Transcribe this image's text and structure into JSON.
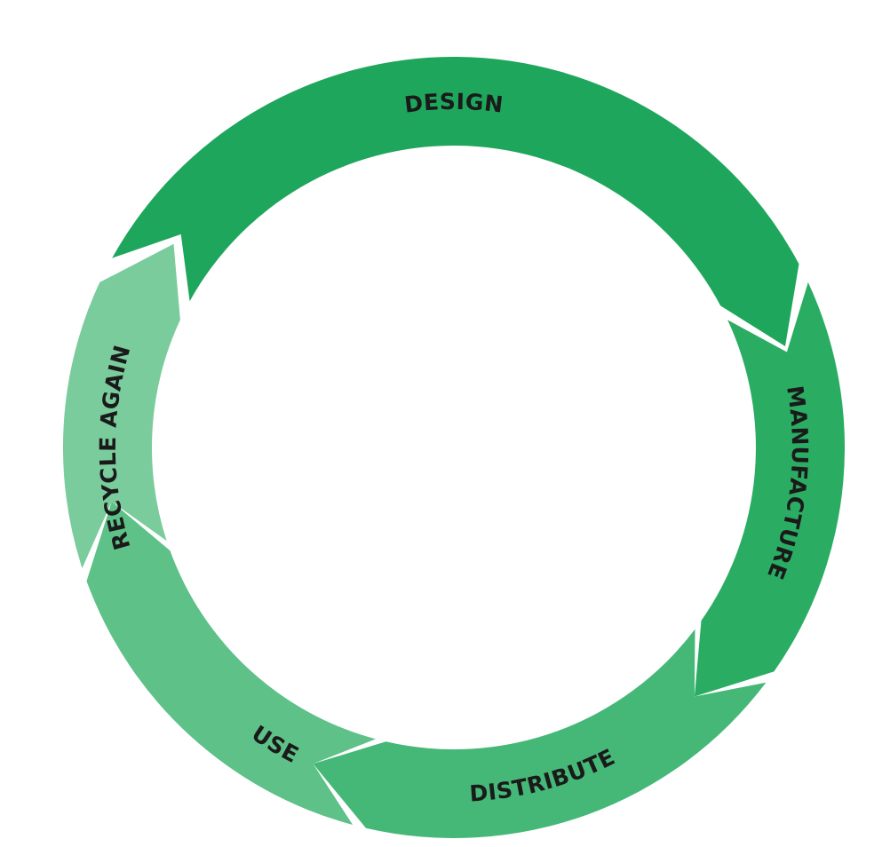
{
  "diagram": {
    "segments": [
      {
        "id": "design",
        "label": "DESIGN",
        "color": "#1ea65c"
      },
      {
        "id": "manufacture",
        "label": "MANUFACTURE",
        "color": "#2aad63"
      },
      {
        "id": "distribute",
        "label": "DISTRIBUTE",
        "color": "#45b877"
      },
      {
        "id": "use",
        "label": "USE",
        "color": "#5ec188"
      },
      {
        "id": "recycle-again",
        "label": "RECYCLE AGAIN",
        "color": "#7acc9c"
      }
    ]
  }
}
